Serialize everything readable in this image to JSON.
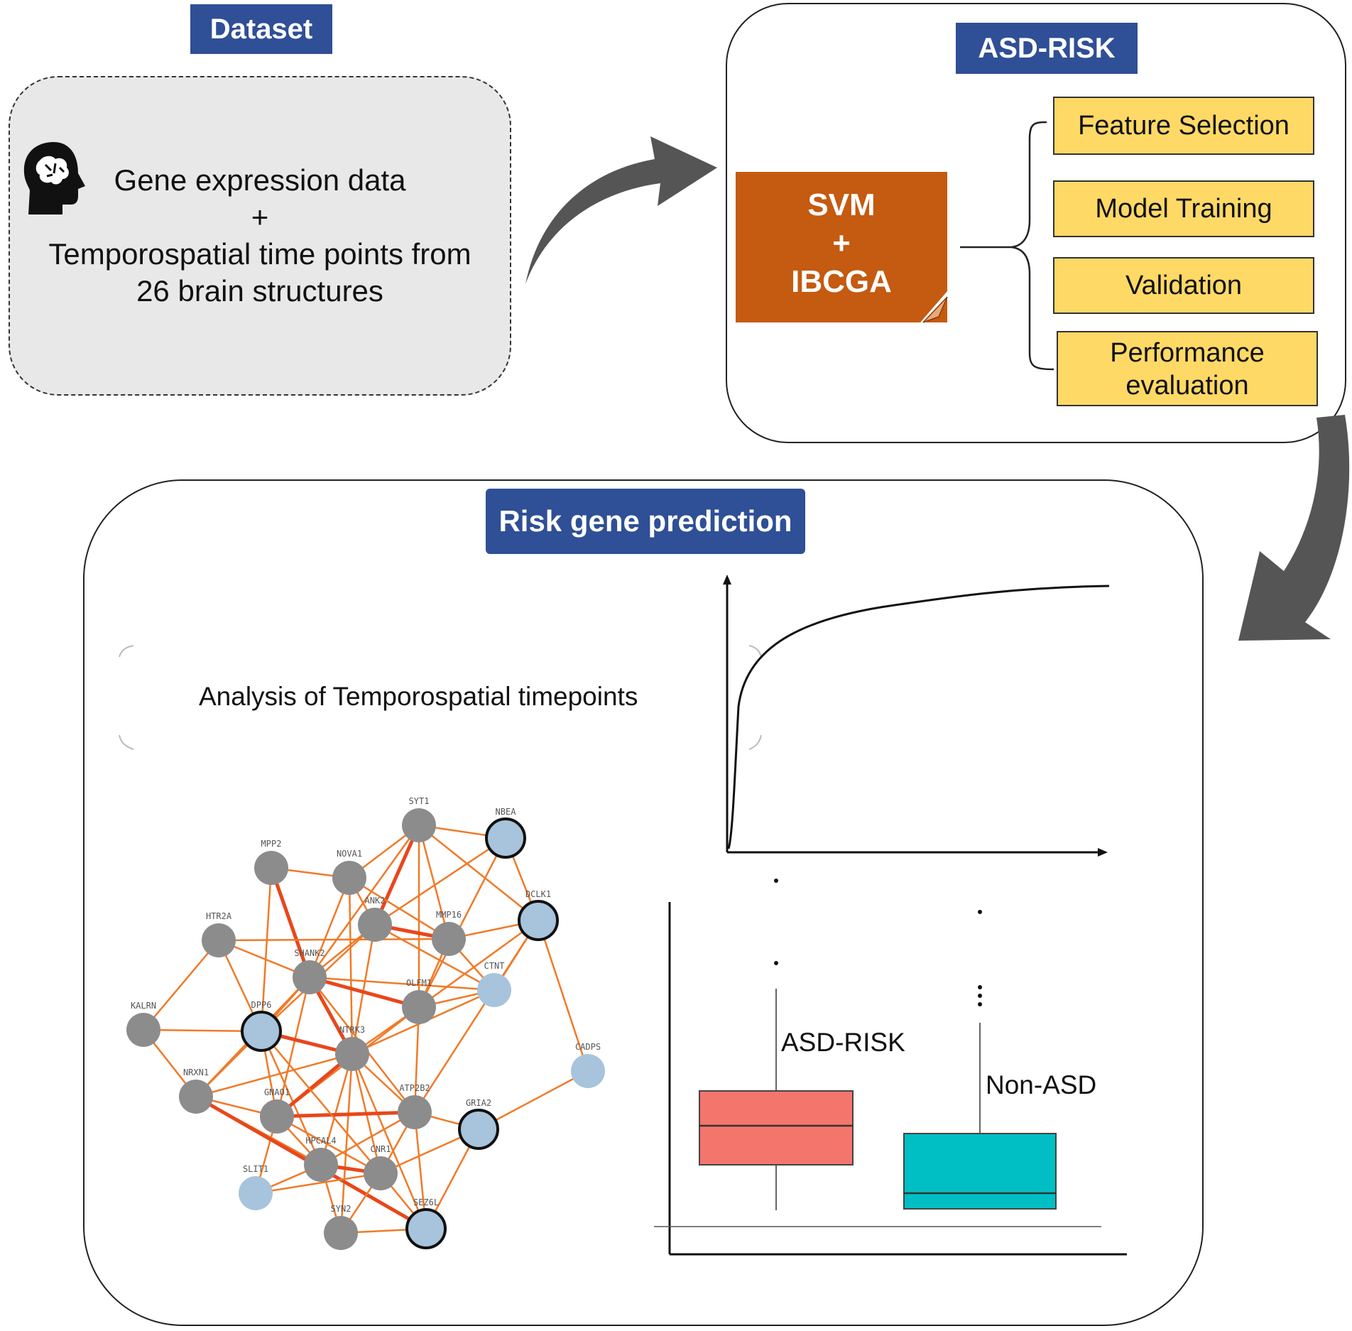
{
  "dataset": {
    "badge": "Dataset",
    "line1": "Gene expression data",
    "plus": "+",
    "line2": "Temporospatial time points from",
    "line3": "26 brain structures",
    "icon": "brain-head-icon"
  },
  "asd_risk": {
    "badge": "ASD-RISK",
    "method": {
      "line1": "SVM",
      "plus": "+",
      "line2": "IBCGA"
    },
    "steps": [
      "Feature Selection",
      "Model Training",
      "Validation",
      "Performance evaluation"
    ]
  },
  "risk_prediction": {
    "badge": "Risk gene prediction",
    "analysis": "Analysis of Temporospatial timepoints",
    "boxplot_labels": [
      "ASD-RISK",
      "Non-ASD"
    ]
  },
  "network": {
    "nodes": [
      {
        "id": "SYT1",
        "color": "gray",
        "ring": false
      },
      {
        "id": "NBEA",
        "color": "blue",
        "ring": true
      },
      {
        "id": "MPP2",
        "color": "gray",
        "ring": false
      },
      {
        "id": "NOVA1",
        "color": "gray",
        "ring": false
      },
      {
        "id": "ANK2",
        "color": "gray",
        "ring": false
      },
      {
        "id": "MMP16",
        "color": "gray",
        "ring": false
      },
      {
        "id": "DCLK1",
        "color": "blue",
        "ring": true
      },
      {
        "id": "HTR2A",
        "color": "gray",
        "ring": false
      },
      {
        "id": "SHANK2",
        "color": "gray",
        "ring": false
      },
      {
        "id": "CTNT",
        "color": "blue",
        "ring": false
      },
      {
        "id": "OLFM1",
        "color": "gray",
        "ring": false
      },
      {
        "id": "KALRN",
        "color": "gray",
        "ring": false
      },
      {
        "id": "DPP6",
        "color": "blue",
        "ring": true
      },
      {
        "id": "NTRK3",
        "color": "gray",
        "ring": false
      },
      {
        "id": "CADPS",
        "color": "blue",
        "ring": false
      },
      {
        "id": "NRXN1",
        "color": "gray",
        "ring": false
      },
      {
        "id": "GNAO1",
        "color": "gray",
        "ring": false
      },
      {
        "id": "ATP2B2",
        "color": "gray",
        "ring": false
      },
      {
        "id": "GRIA2",
        "color": "blue",
        "ring": true
      },
      {
        "id": "SLIT1",
        "color": "blue",
        "ring": false
      },
      {
        "id": "HPCAL4",
        "color": "gray",
        "ring": false
      },
      {
        "id": "CNR1",
        "color": "gray",
        "ring": false
      },
      {
        "id": "SEZ6L",
        "color": "blue",
        "ring": true
      },
      {
        "id": "SYN2",
        "color": "gray",
        "ring": false
      }
    ],
    "colors": {
      "gray": "#8c8c8c",
      "blue": "#a7c4dc",
      "edge": "#f07a28",
      "edge_strong": "#e8471c"
    }
  },
  "colors": {
    "badge": "#2f4f96",
    "dataset_bg": "#e8e8e8",
    "svm": "#c55a11",
    "step": "#ffd966",
    "arrow": "#555555",
    "box_asd": "#f4756b",
    "box_non": "#00bfc4"
  }
}
